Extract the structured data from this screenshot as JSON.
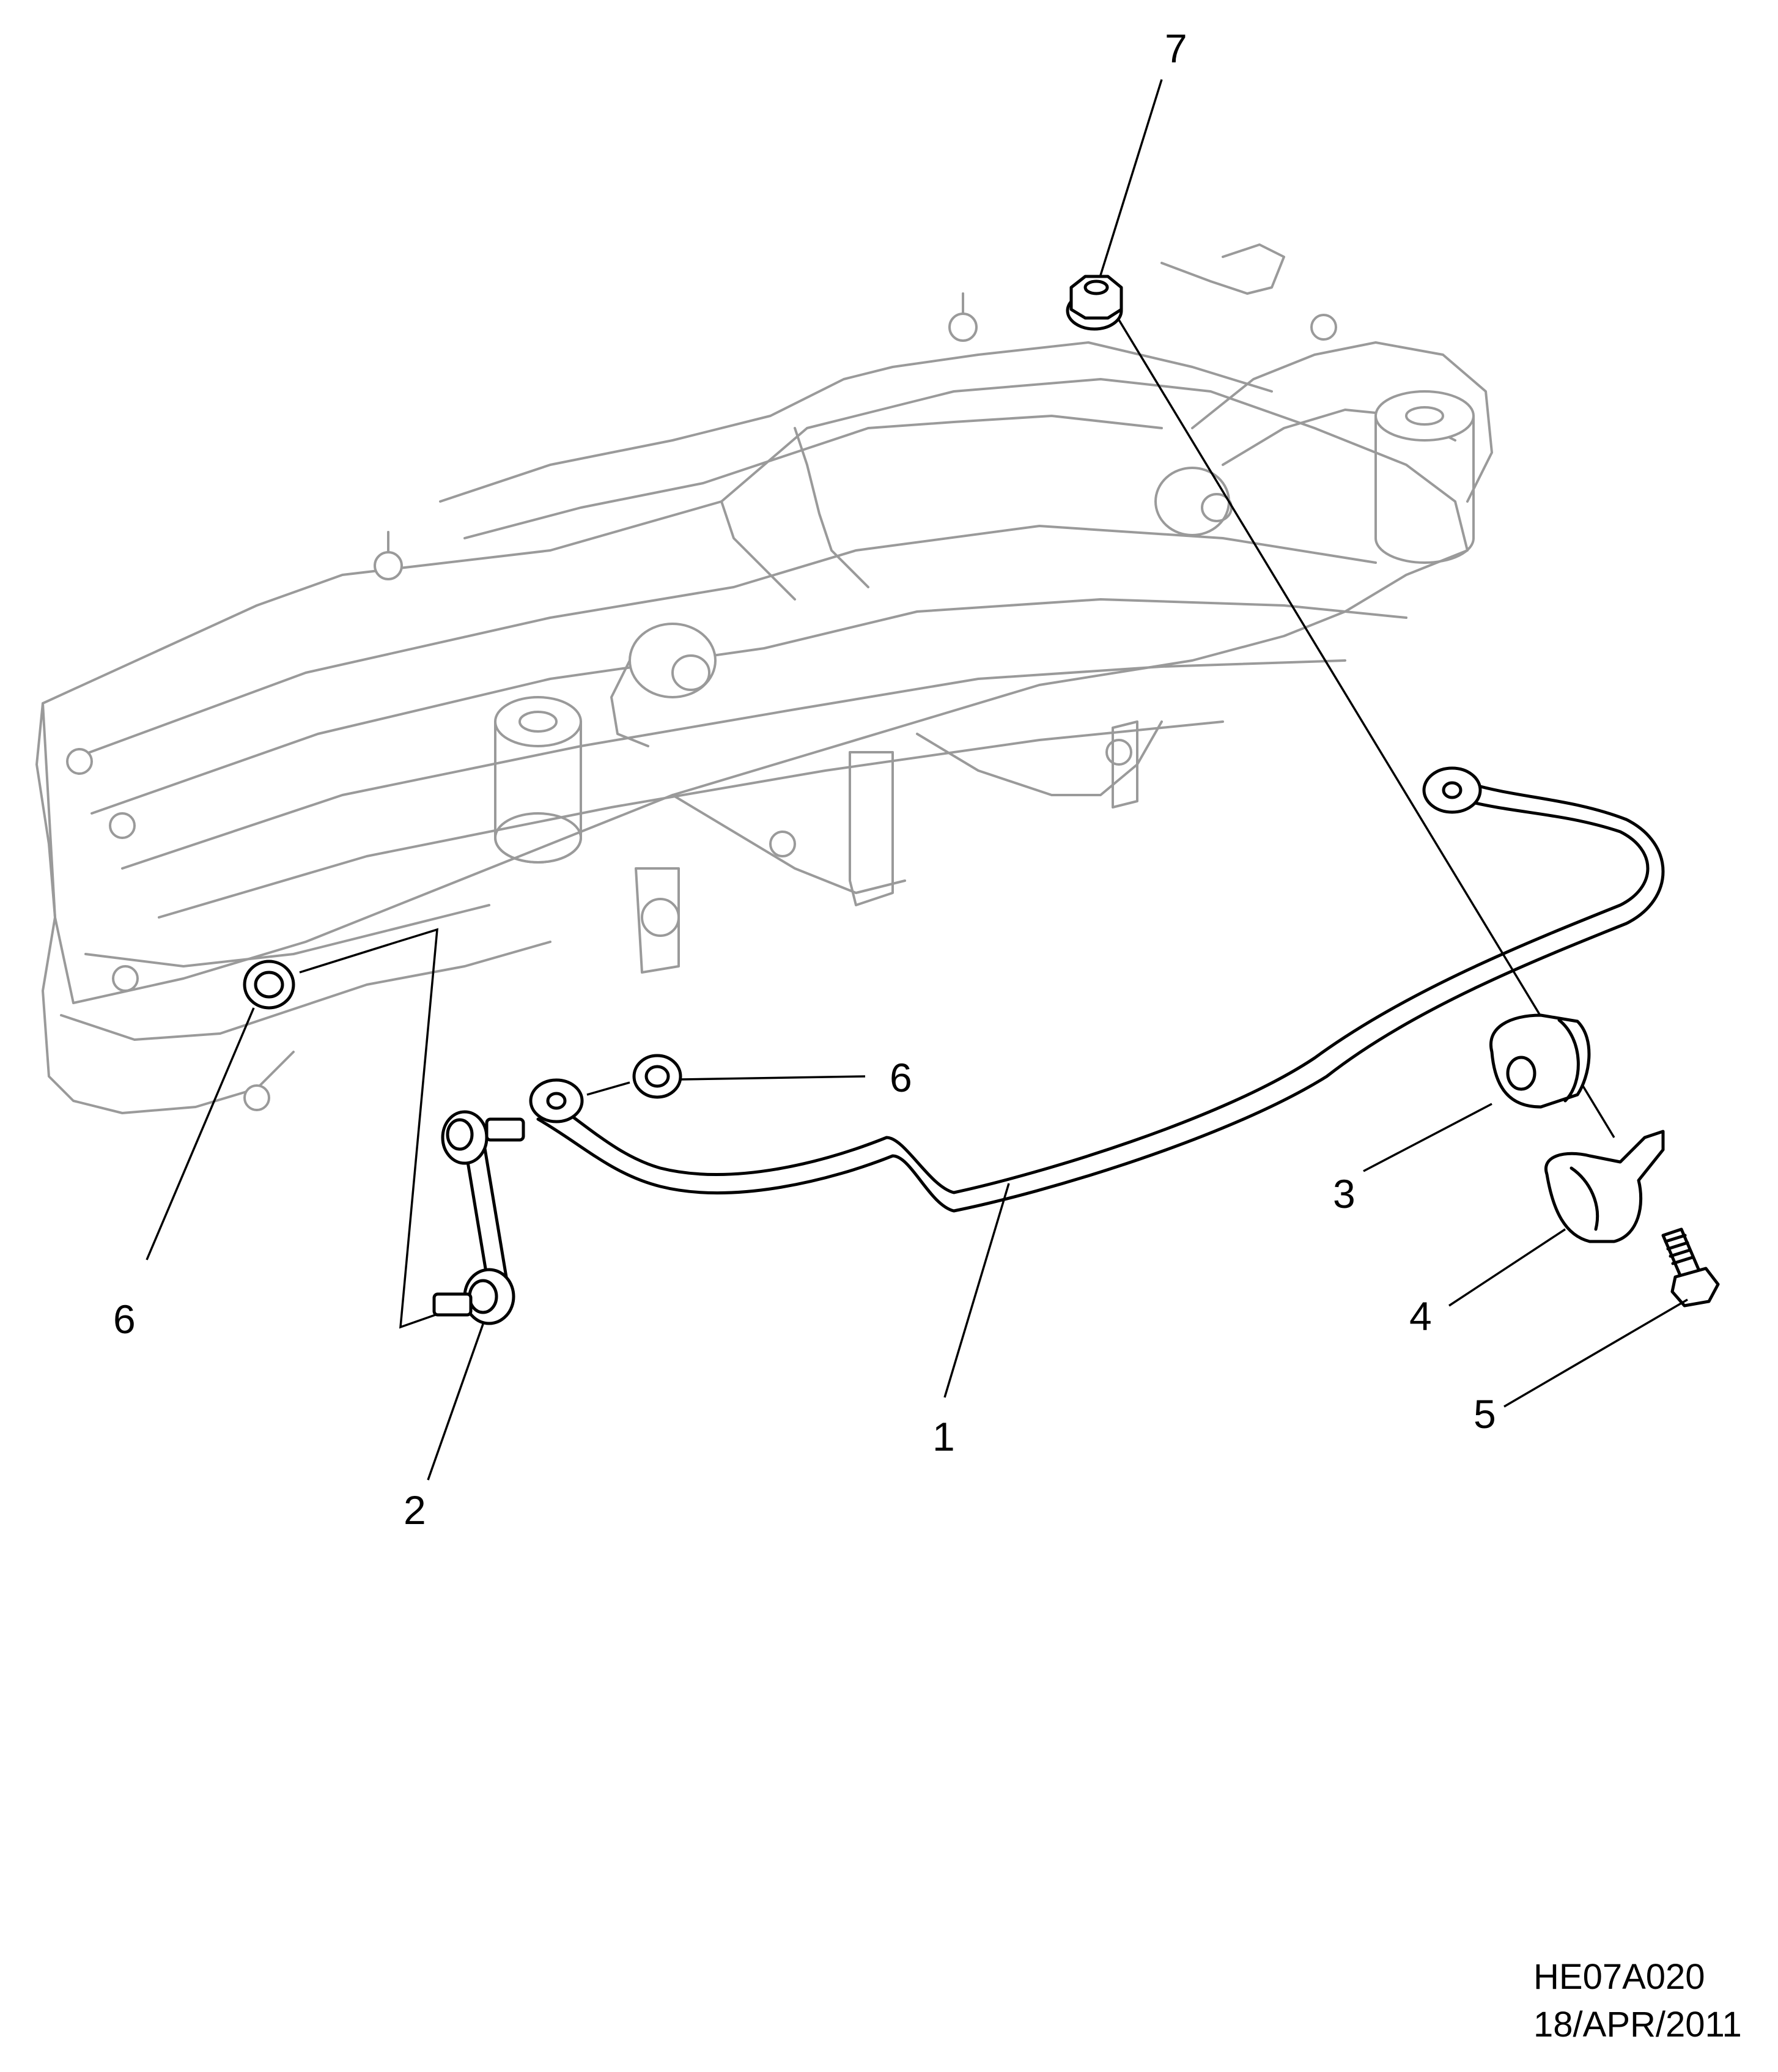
{
  "callouts": [
    {
      "id": "c7",
      "label": "7"
    },
    {
      "id": "c6a",
      "label": "6"
    },
    {
      "id": "c6b",
      "label": "6"
    },
    {
      "id": "c3",
      "label": "3"
    },
    {
      "id": "c4",
      "label": "4"
    },
    {
      "id": "c5",
      "label": "5"
    },
    {
      "id": "c1",
      "label": "1"
    },
    {
      "id": "c2",
      "label": "2"
    }
  ],
  "footer": {
    "drawing_code": "HE07A020",
    "date": "18/APR/2011"
  },
  "colors": {
    "line": "#000000",
    "ghost_line": "#9a9a9a",
    "background": "#ffffff"
  }
}
